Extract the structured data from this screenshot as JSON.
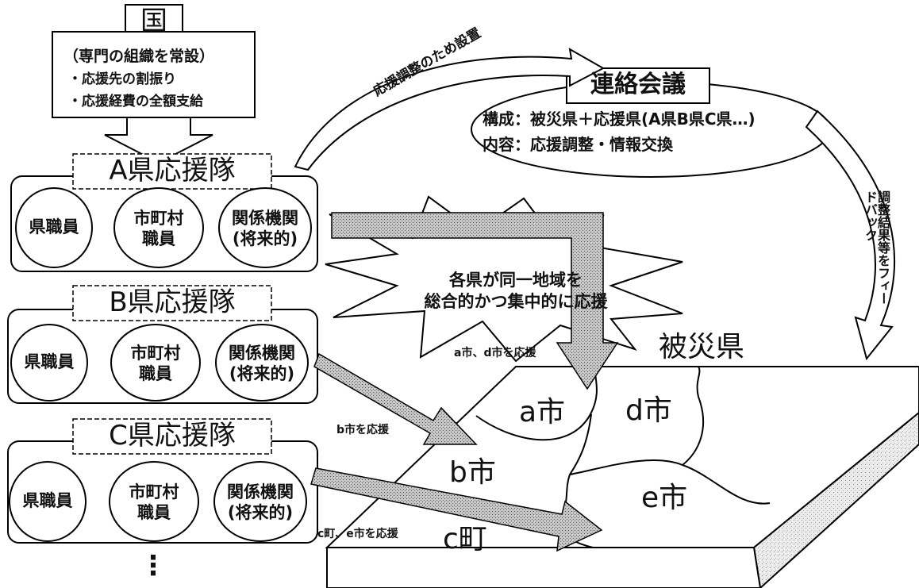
{
  "national": {
    "title": "国",
    "lines": [
      "（専門の組織を常設）",
      "・応援先の割振り",
      "・応援経費の全額支給"
    ]
  },
  "liaison": {
    "title": "連絡会議",
    "composition": "構成：被災県＋応援県(A県B県C県…)",
    "content": "内容：応援調整・情報交換",
    "setup_label": "応援調整のため設置",
    "feedback_label": "調整結果等をフィードバック"
  },
  "teams": [
    {
      "title": "A県応援隊",
      "members": [
        "県職員",
        "市町村\n職員",
        "関係機関\n(将来的)"
      ]
    },
    {
      "title": "B県応援隊",
      "members": [
        "県職員",
        "市町村\n職員",
        "関係機関\n(将来的)"
      ]
    },
    {
      "title": "C県応援隊",
      "members": [
        "県職員",
        "市町村\n職員",
        "関係機関\n(将来的)"
      ]
    }
  ],
  "ellipsis": "⋮",
  "burst_text": "各県が同一地域を\n総合的かつ集中的に応援",
  "arrow_labels": {
    "a_to": "a市、d市を応援",
    "b_to": "b市を応援",
    "c_to": "c町、e市を応援"
  },
  "disaster": {
    "title": "被災県",
    "areas": [
      "a市",
      "d市",
      "b市",
      "e市",
      "c町"
    ]
  }
}
